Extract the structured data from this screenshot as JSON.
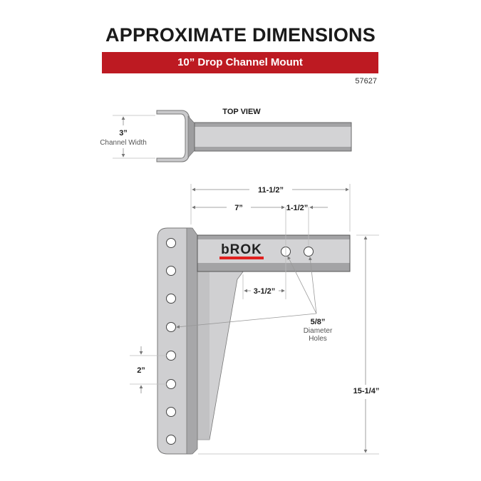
{
  "header": {
    "title": "APPROXIMATE DIMENSIONS",
    "subtitle": "10” Drop Channel Mount",
    "part_number": "57627",
    "banner_color": "#bd1a22"
  },
  "top_view": {
    "label": "TOP VIEW",
    "width_value": "3”",
    "width_label": "Channel Width"
  },
  "side_view": {
    "brand": "bROK",
    "brand_underline_color": "#e0201f",
    "dim_overall_length": "11-1/2”",
    "dim_to_first_hole": "7”",
    "dim_hole_spacing": "1-1/2”",
    "dim_gusset": "3-1/2”",
    "dim_hole_pitch": "2”",
    "dim_height": "15-1/4”",
    "hole_size_value": "5/8”",
    "hole_size_label_1": "Diameter",
    "hole_size_label_2": "Holes",
    "shank_hole_count": 8
  }
}
